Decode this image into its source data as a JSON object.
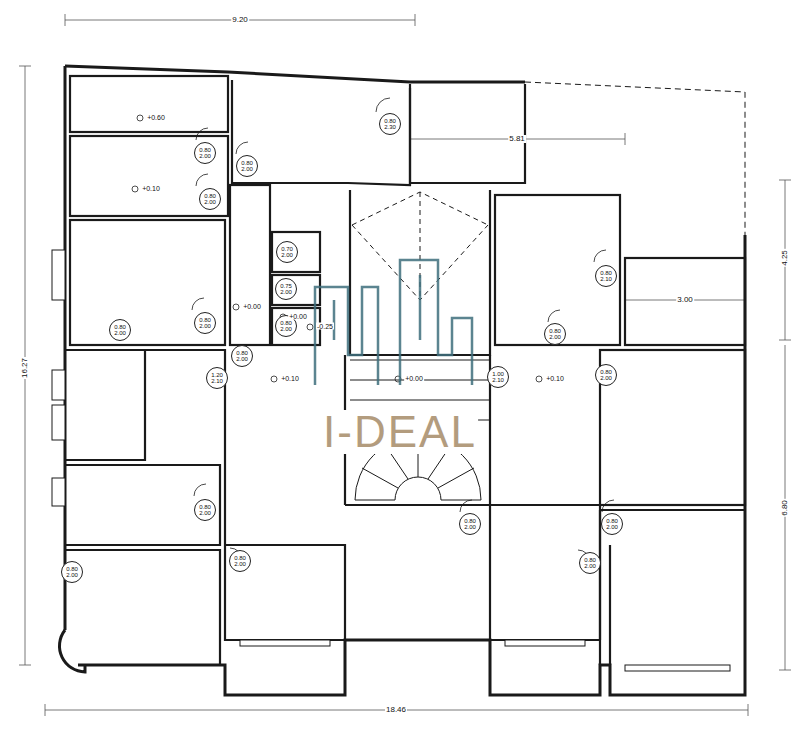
{
  "diagram": {
    "nodes": [
      {
        "text": [
          "0.80 2.30"
        ]
      },
      {
        "text": [
          "0.80 2.00"
        ]
      },
      {
        "text": [
          "0.80 2.00"
        ]
      },
      {
        "text": [
          "0.80 2.00"
        ]
      },
      {
        "text": [
          "0.70 2.00"
        ]
      },
      {
        "text": [
          "0.80 2.10"
        ]
      },
      {
        "text": [
          "0.75 2.00"
        ]
      },
      {
        "text": [
          "0.80 2.00"
        ]
      },
      {
        "text": [
          "0.80 2.00"
        ]
      },
      {
        "text": [
          "0.80 2.00"
        ]
      },
      {
        "text": [
          "0.80 2.00"
        ]
      },
      {
        "text": [
          "0.80 2.00"
        ]
      },
      {
        "text": [
          "1.20 2.10"
        ]
      },
      {
        "text": [
          "1.00 2.10"
        ]
      },
      {
        "text": [
          "0.80 2.00"
        ]
      },
      {
        "text": [
          "0.80 2.00"
        ]
      },
      {
        "text": [
          "0.80 2.00"
        ]
      },
      {
        "text": [
          "0.80 2.00"
        ]
      },
      {
        "text": [
          "0.80 2.00"
        ]
      },
      {
        "text": [
          "0.80 2.00"
        ]
      },
      {
        "text": [
          "0.80 2.00"
        ]
      }
    ],
    "labels": [
      "9.20",
      "5.81",
      "16.27",
      "4.25",
      "3.00",
      "6.80",
      "18.46",
      "+0.60",
      "+0.10",
      "+0.00",
      "+0.00",
      "-0.25",
      "+0.10",
      "+0.00",
      "+0.10",
      "I-DEAL"
    ]
  }
}
